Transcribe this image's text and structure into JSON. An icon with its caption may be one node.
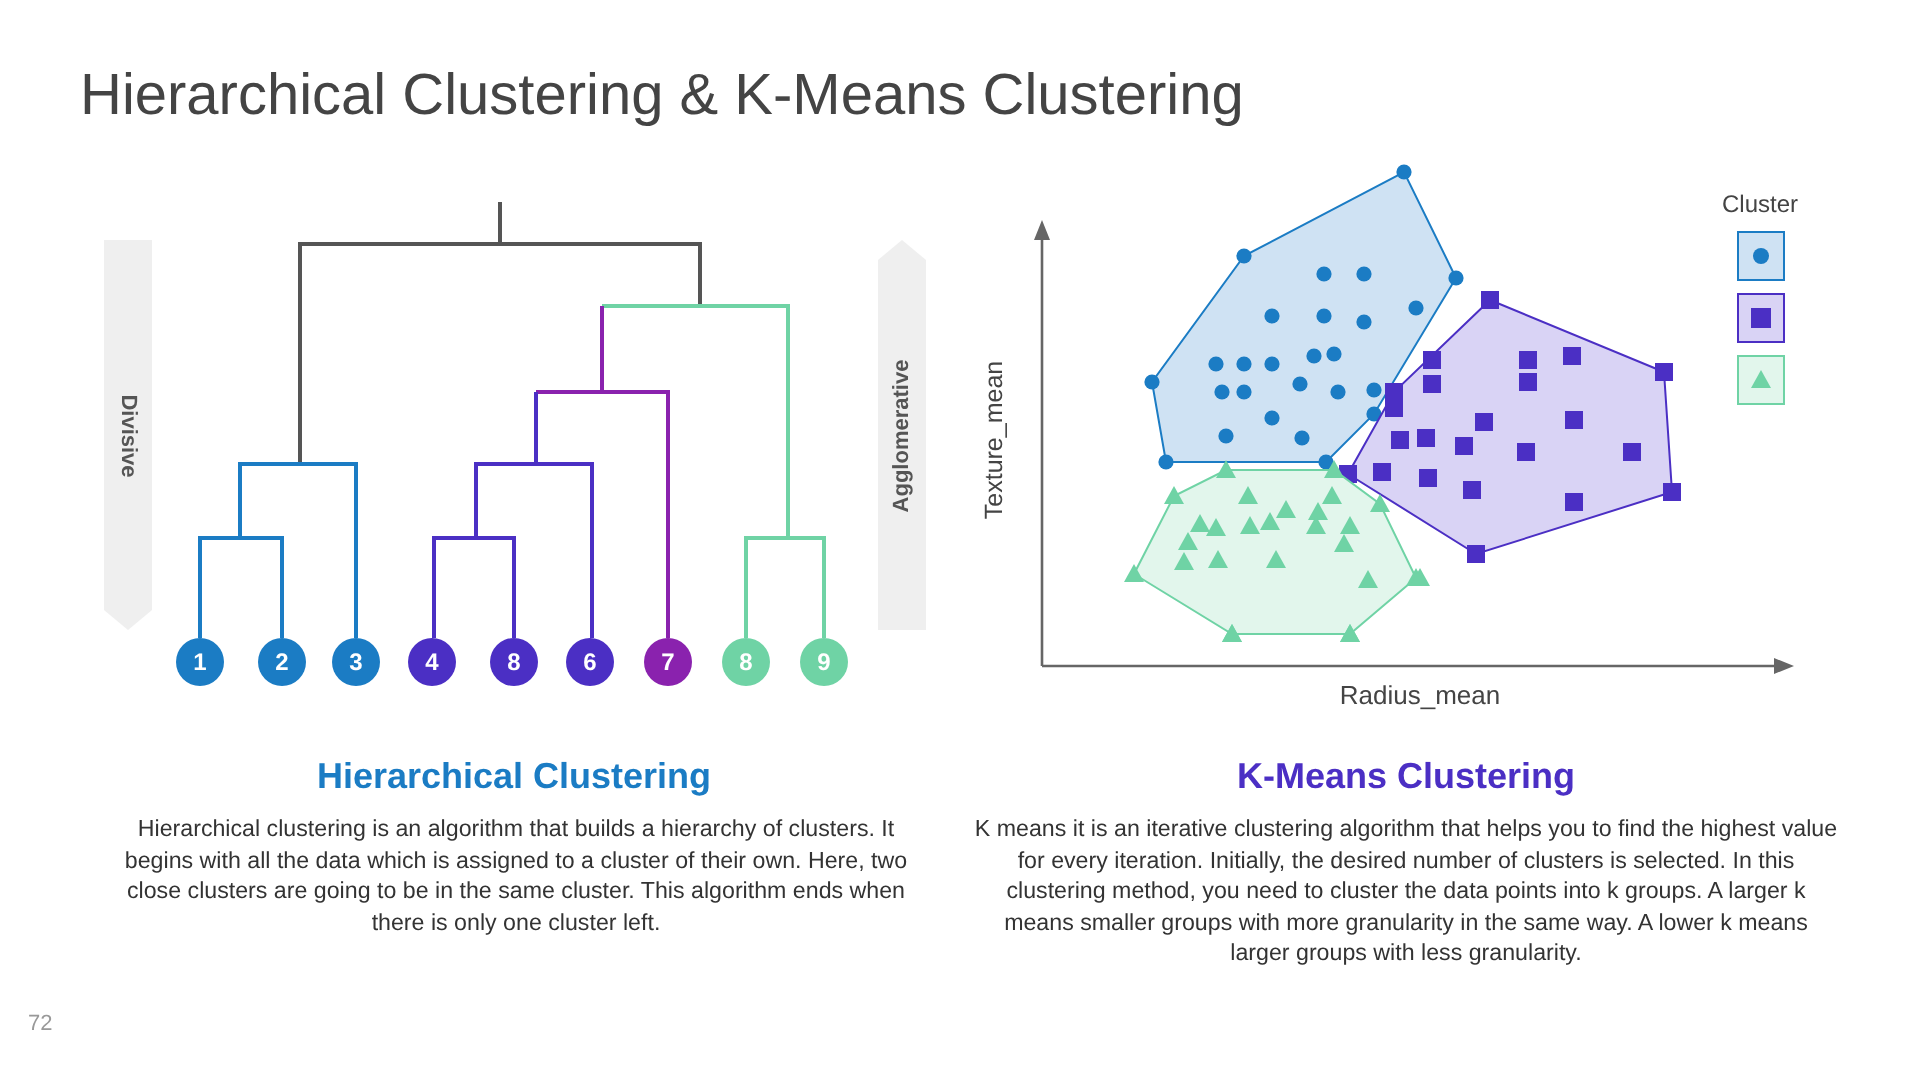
{
  "diagram": {
    "title": "Hierarchical Clustering & K-Means Clustering",
    "nodes": [
      {
        "text": [
          "1"
        ]
      },
      {
        "text": [
          "2"
        ]
      },
      {
        "text": [
          "3"
        ]
      },
      {
        "text": [
          "4"
        ]
      },
      {
        "text": [
          "8"
        ]
      },
      {
        "text": [
          "6"
        ]
      },
      {
        "text": [
          "7"
        ]
      },
      {
        "text": [
          "8"
        ]
      },
      {
        "text": [
          "9"
        ]
      },
      {
        "text": [
          "Divisive"
        ]
      },
      {
        "text": [
          "Agglomerative"
        ]
      }
    ],
    "labels": [
      "Texture_mean",
      "Radius_mean",
      "Cluster",
      "Hierarchical Clustering",
      "Hierarchical  clustering  is an algorithm  that builds  a hierarchy  of clusters. It begins with all the data which is assigned  to a cluster of their own. Here, two close clusters are going to be in the same cluster. This algorithm  ends when there is only one cluster left.",
      "K-Means Clustering",
      "K means it is an iterative clustering algorithm  that helps you to find the highest value for every iteration. Initially, the desired number of clusters is selected. In this clustering  method, you need to cluster the data points into k groups.  A larger k means smaller groups with more granularity  in the same way. A lower k means larger groups with less granularity.",
      "72"
    ]
  }
}
